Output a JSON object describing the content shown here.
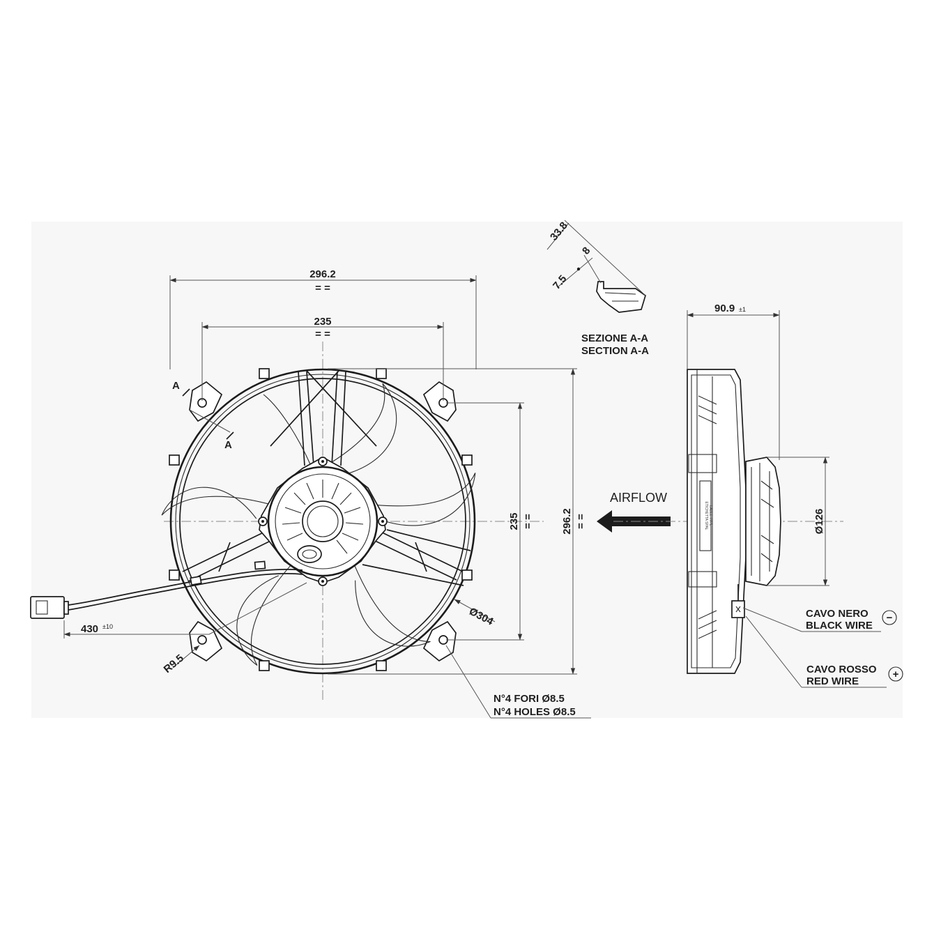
{
  "front_view": {
    "width_outer": "296.2",
    "width_holes": "235",
    "height_holes": "235",
    "height_outer": "296.2",
    "section_mark": "A",
    "ring_diameter": "Ø304",
    "fillet_radius": "R9.5",
    "cable_length": "430",
    "cable_tolerance": "±10",
    "holes_it": "N°4 FORI Ø8.5",
    "holes_en": "N°4 HOLES Ø8.5"
  },
  "section_detail": {
    "dim_total": "33.8",
    "dim_top": "8",
    "dim_bottom": "7.5",
    "title_it": "SEZIONE A-A",
    "title_en": "SECTION A-A"
  },
  "airflow_label": "AIRFLOW",
  "side_view": {
    "depth": "90.9",
    "depth_tolerance": "±1",
    "motor_diameter": "Ø126",
    "label_it": "ETICHETTA SPAL",
    "label_en": "LABEL TYPE"
  },
  "wires": {
    "black_it": "CAVO NERO",
    "black_en": "BLACK WIRE",
    "black_symbol": "−",
    "red_it": "CAVO ROSSO",
    "red_en": "RED WIRE",
    "red_symbol": "+"
  }
}
